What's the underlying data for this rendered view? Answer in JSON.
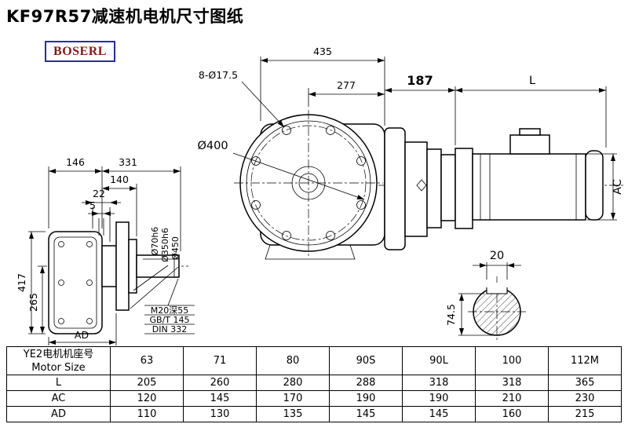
{
  "page": {
    "title": "KF97R57减速机电机尺寸图纸"
  },
  "logo": {
    "text": "BOSERL"
  },
  "front_view": {
    "width_total": "435",
    "width_partial": "277",
    "bolt_holes": "8-Ø17.5",
    "flange_diameter": "Ø400"
  },
  "motor_view": {
    "gearbox_length": "187",
    "motor_length": "L",
    "motor_diameter": "AC"
  },
  "side_view": {
    "housing_width": "146",
    "total_width": "331",
    "flange_offset": "140",
    "shoulder": "22",
    "step": "5",
    "total_height": "417",
    "center_height": "265",
    "bottom_dim": "AD",
    "shaft_dia": "Ø70h6",
    "spigot_dia": "Ø350h6",
    "flange_dia": "Ø450",
    "tap_note1": "M20深55",
    "tap_note2": "GB/T 145",
    "tap_note3": "DIN 332"
  },
  "shaft_section": {
    "key_width": "20",
    "key_height": "74.5"
  },
  "table": {
    "header_line1": "YE2电机机座号",
    "header_line2": "Motor Size",
    "columns": [
      "63",
      "71",
      "80",
      "90S",
      "90L",
      "100",
      "112M"
    ],
    "rows": [
      {
        "label": "L",
        "values": [
          "205",
          "260",
          "280",
          "288",
          "318",
          "318",
          "365"
        ]
      },
      {
        "label": "AC",
        "values": [
          "120",
          "145",
          "170",
          "190",
          "190",
          "210",
          "230"
        ]
      },
      {
        "label": "AD",
        "values": [
          "110",
          "130",
          "135",
          "145",
          "145",
          "160",
          "215"
        ]
      }
    ]
  }
}
